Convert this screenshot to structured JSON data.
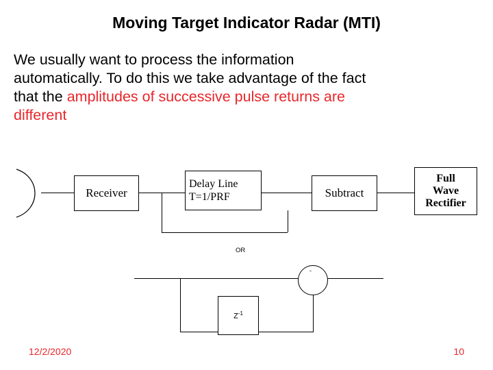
{
  "slide": {
    "title": "Moving Target Indicator Radar (MTI)",
    "body": {
      "line1": "We usually want to process the information",
      "line2": "automatically. To do this we take advantage of the fact",
      "line3_black": "that the ",
      "line3_red": "amplitudes of successive pulse returns are",
      "line4_red": "different"
    },
    "diagram": {
      "boxes": {
        "receiver": "Receiver",
        "delay_line_1": "Delay Line",
        "delay_line_2": "T=1/PRF",
        "subtract": "Subtract",
        "rectifier_1": "Full",
        "rectifier_2": "Wave",
        "rectifier_3": "Rectifier",
        "z_inverse": "Z",
        "z_inverse_sup": "-1"
      },
      "or_label": "OR",
      "sum_sign": "-"
    },
    "footer": {
      "date": "12/2/2020",
      "page_number": "10"
    },
    "colors": {
      "accent_red": "#e8262b",
      "text_black": "#000000",
      "background": "#ffffff"
    }
  }
}
